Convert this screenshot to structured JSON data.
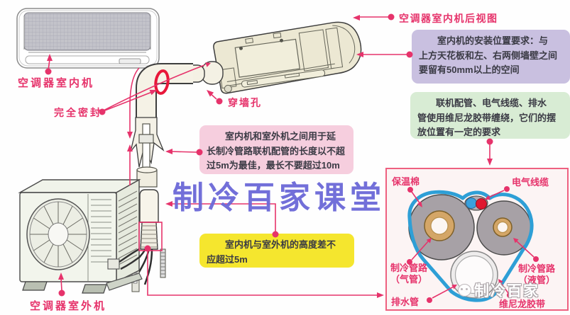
{
  "labels": {
    "indoor_unit": "空调器室内机",
    "rear_view_title": "空调器室内机后视图",
    "fully_sealed": "完全密封",
    "wall_hole": "穿墙孔",
    "outdoor_unit": "空调器室外机"
  },
  "notes": {
    "install_position": "　　室内机的安装位置要求：与\n上方天花板和左、右两侧墙壁之间\n要留有50mm以上的空间",
    "wrap_note": "　　联机配管、电气线缆、排水\n管使用维尼龙胶带缠绕，它们的摆\n放位置有一定的要求",
    "pipe_length": "　　室内机和室外机之间用于延\n长制冷管路联机配管的长度以不超\n过5m为最佳，最长不要超过10m",
    "height_diff": "　　室内机与室外机的高度差不\n应超过5m"
  },
  "cross_section": {
    "insulation": "保温棉",
    "electric_cable": "电气线缆",
    "gas_pipe": "制冷管路\n（气管）",
    "liquid_pipe": "制冷管路\n（液管）",
    "drain_pipe": "排水管",
    "vinylon_tape": "维尼龙胶带"
  },
  "watermark": {
    "main": "制冷百家课堂",
    "corner": "制冷百家"
  },
  "colors": {
    "accent_red": "#e6336b",
    "box_purple": "#c9c0e0",
    "box_green": "#d8ecd4",
    "box_pink": "#f6cede",
    "box_yellow": "#f5e62e",
    "tape_blue": "#2e9fd6",
    "watermark_blue": "#6b68d8"
  }
}
